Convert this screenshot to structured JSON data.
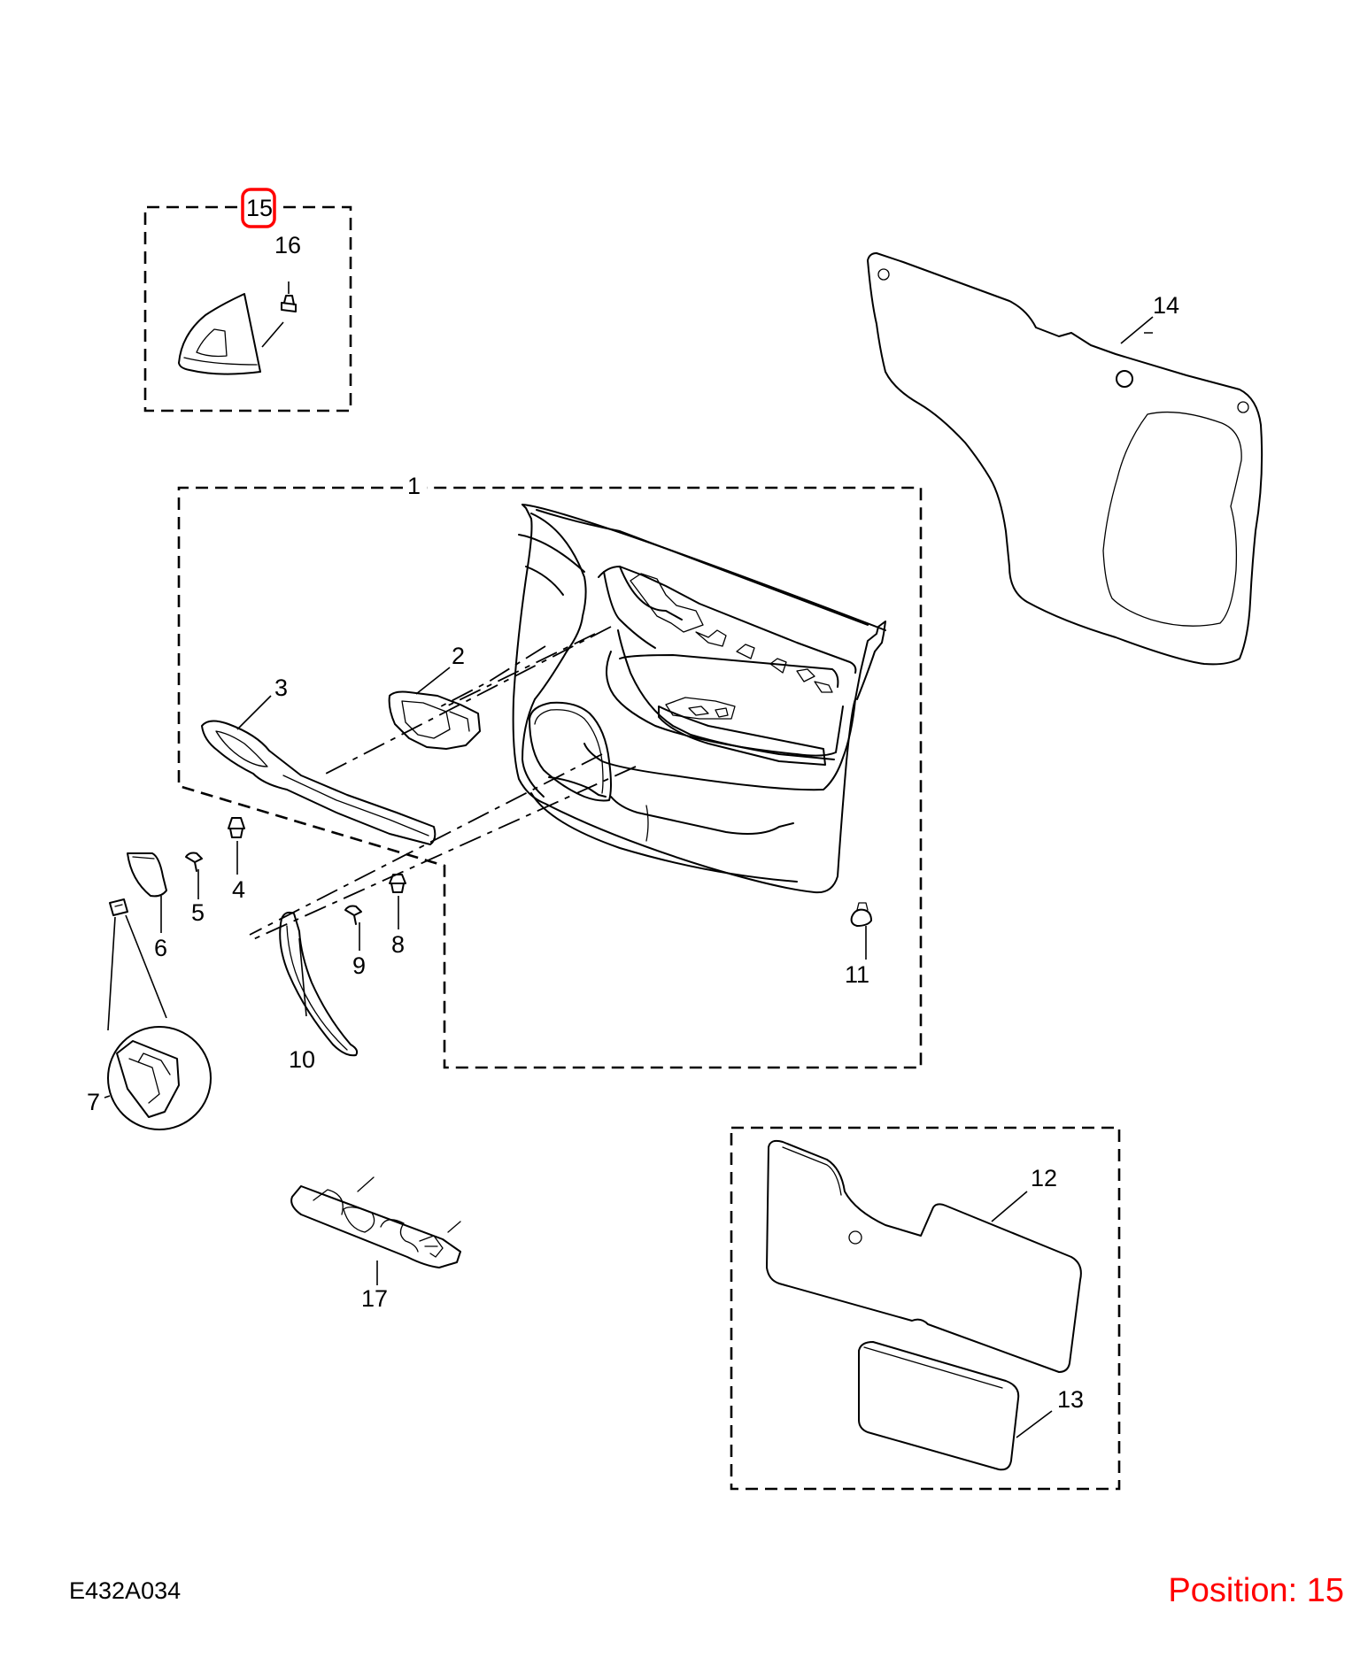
{
  "diagram": {
    "code": "E432A034",
    "position_label": "Position: 15",
    "highlight_color": "#ff0000",
    "callouts": {
      "c1": "1",
      "c2": "2",
      "c3": "3",
      "c4": "4",
      "c5": "5",
      "c6": "6",
      "c7": "7",
      "c8": "8",
      "c9": "9",
      "c10": "10",
      "c11": "11",
      "c12": "12",
      "c13": "13",
      "c14": "14",
      "c15": "15",
      "c16": "16",
      "c17": "17"
    }
  }
}
